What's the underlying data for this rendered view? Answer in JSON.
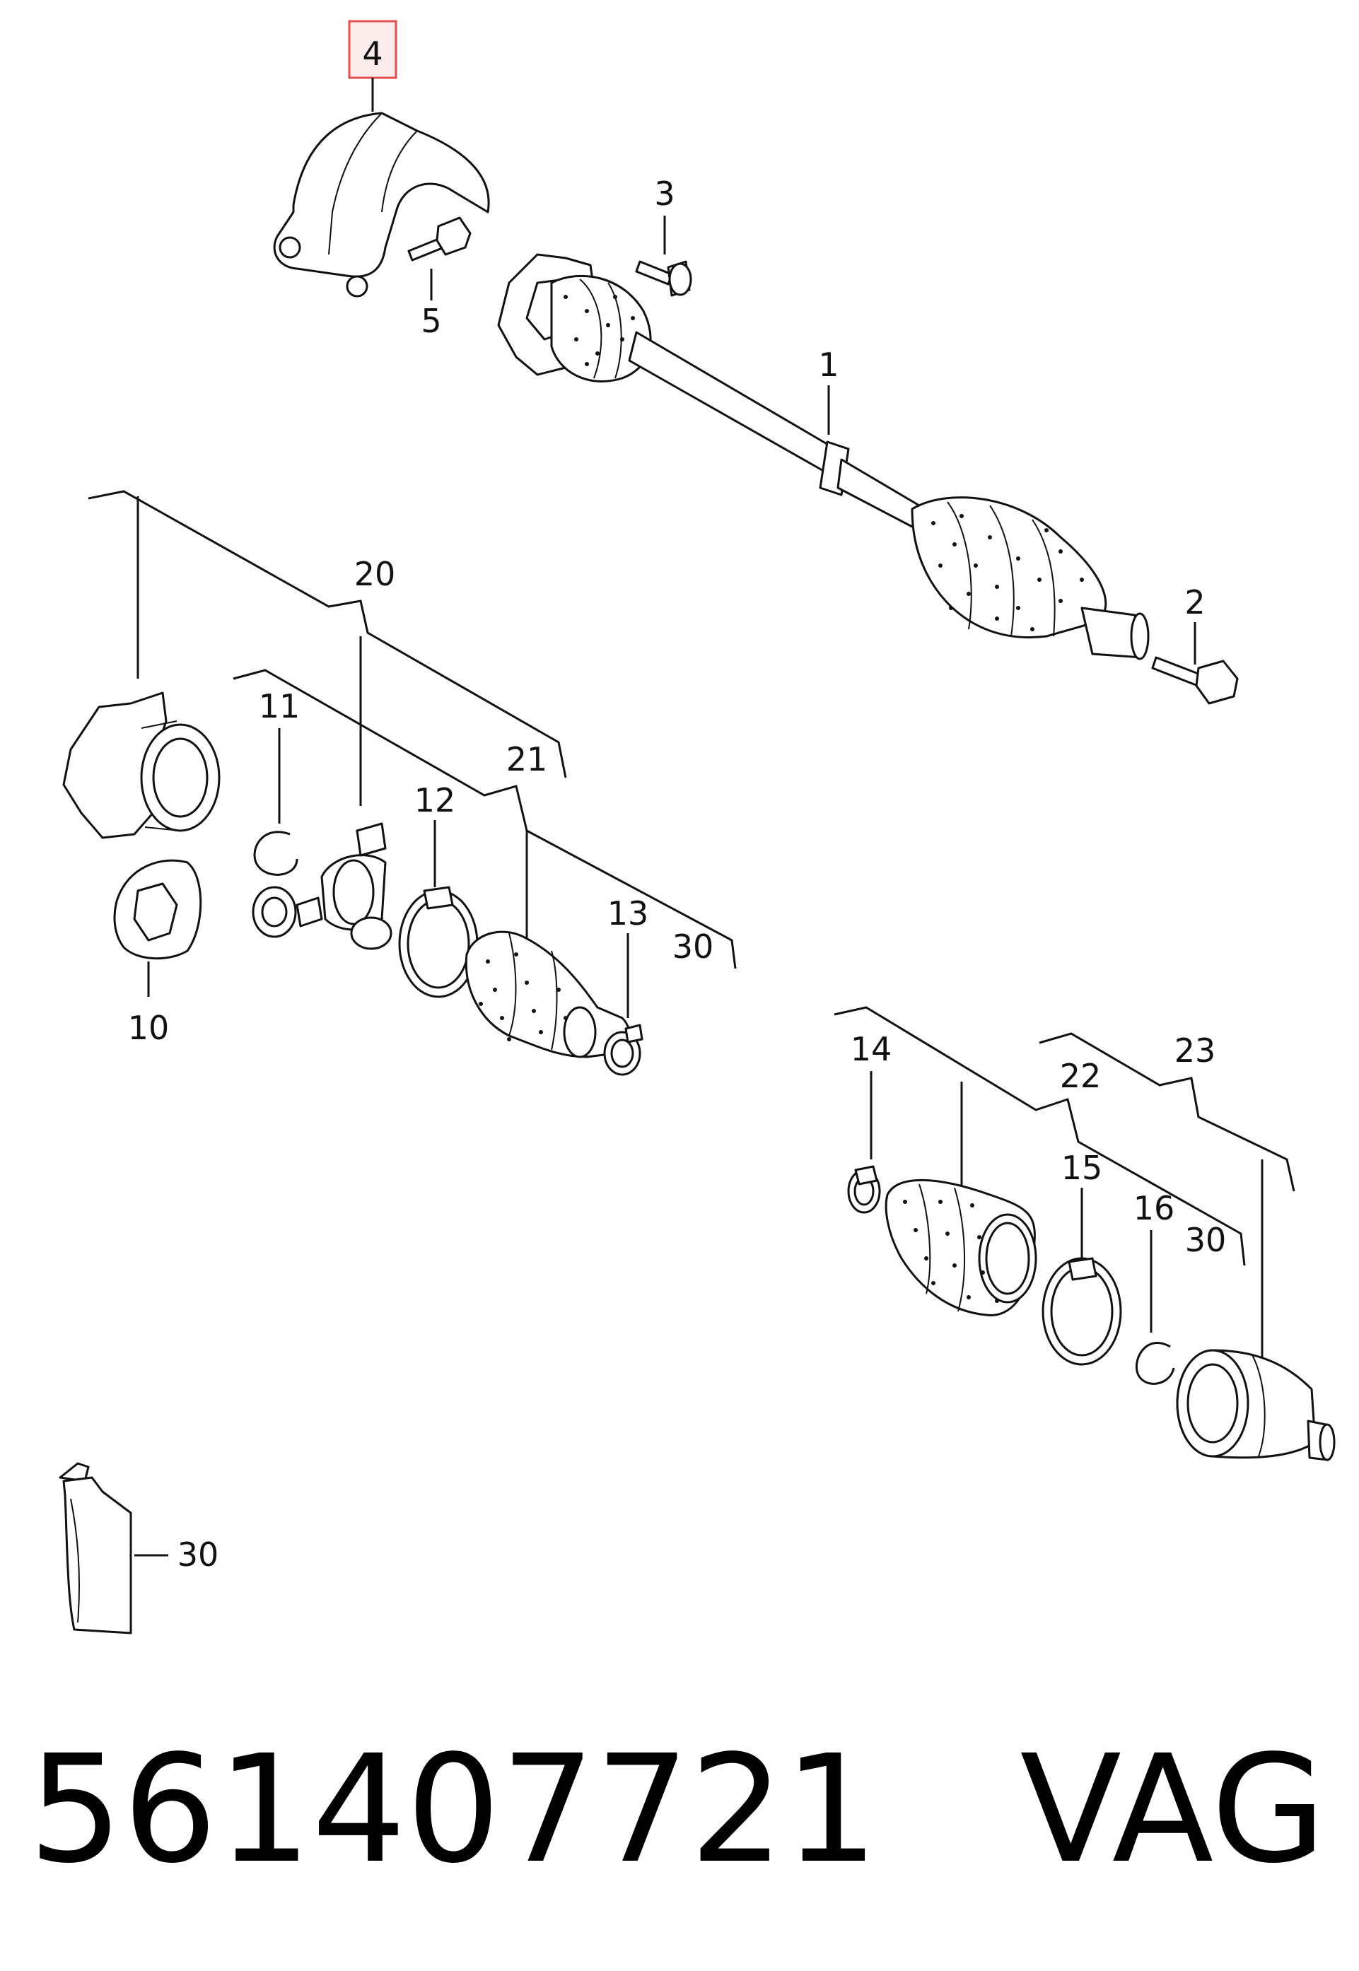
{
  "highlight_color": "#e05050",
  "callouts": {
    "c1": "1",
    "c2": "2",
    "c3": "3",
    "c4": "4",
    "c5": "5",
    "c10": "10",
    "c11": "11",
    "c12": "12",
    "c13": "13",
    "c14": "14",
    "c15": "15",
    "c16": "16",
    "c20": "20",
    "c21": "21",
    "c22": "22",
    "c23": "23",
    "c30a": "30",
    "c30b": "30",
    "c30c": "30"
  },
  "footer": {
    "part_number": "561407721",
    "brand": "VAG"
  }
}
